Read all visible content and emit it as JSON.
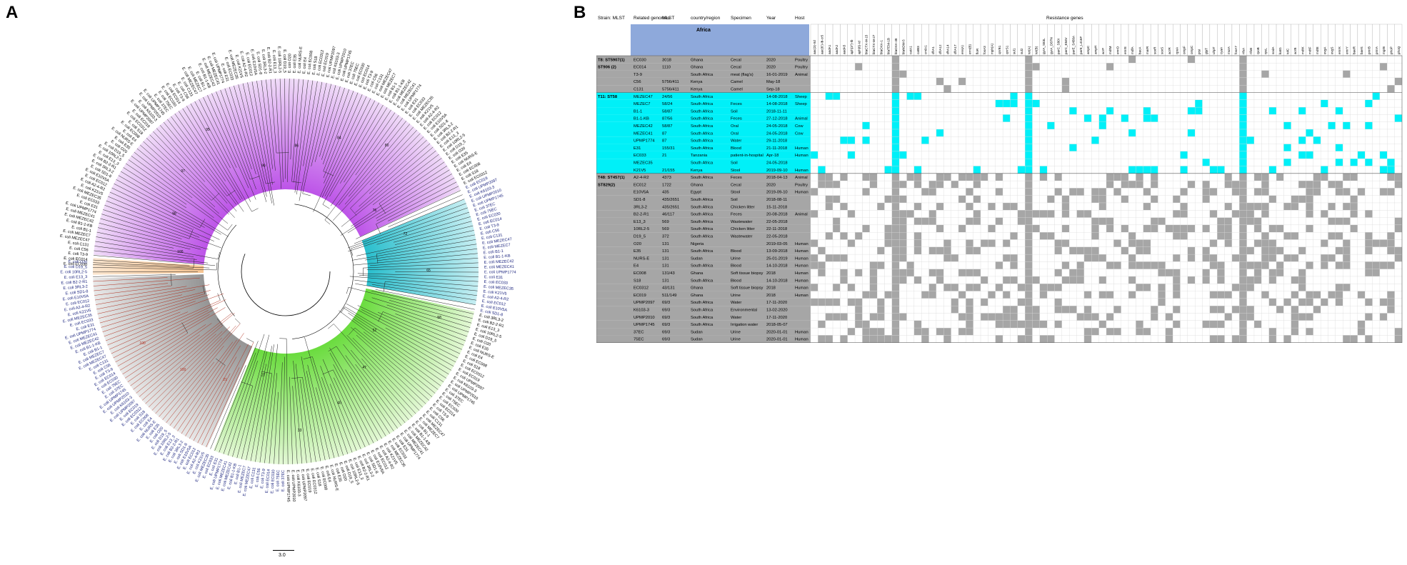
{
  "panels": {
    "a_label": "A",
    "b_label": "B"
  },
  "tree": {
    "scale_label": "3.0",
    "clades": [
      {
        "id": "purple",
        "color": "#b642e6",
        "light": "#f0dcf8"
      },
      {
        "id": "cyan",
        "color": "#14b8c8",
        "light": "#c6eef2"
      },
      {
        "id": "green",
        "color": "#5ad82a",
        "light": "#e4f8d6"
      },
      {
        "id": "grey",
        "color": "#8a8a8a",
        "light": "#e8e8e8"
      },
      {
        "id": "orange",
        "color": "#f6c08a",
        "light": "#fbe6cf"
      }
    ],
    "leaves": [
      "E. coli EC030",
      "E. coli EC014",
      "E. coli T3-9",
      "E. coli C56",
      "E. coli C131",
      "E. coli MEZEC47",
      "E. coli MEZEC7",
      "E. coli B1-1",
      "E. coli B1-1-KB",
      "E. coli MEZEC42",
      "E. coli MEZEC41",
      "E. coli UPMP1774",
      "E. coli E31",
      "E. coli EC033",
      "E. coli MEZEC35",
      "E. coli K21V5",
      "E. coli A2-4-R2",
      "E. coli EC012",
      "E. coli E10V5A",
      "E. coli SD1-8",
      "E. coli 3RL3-2",
      "E. coli B2-2-R1",
      "E. coli E13_3",
      "E. coli 10RL2-5",
      "E. coli D19_5",
      "E. coli O20",
      "E. coli E35",
      "E. coli NURS-E",
      "E. coli E4",
      "E. coli EC008",
      "E. coli S18",
      "E. coli EC0312",
      "E. coli EC019",
      "E. coli UPMP2097",
      "E. coli K6103-3",
      "E. coli UPMP2010",
      "E. coli UPMP1745",
      "E. coli 37EC",
      "E. coli 75EC"
    ],
    "bootstrap_labels": [
      "100",
      "98",
      "97",
      "95",
      "90",
      "86",
      "84",
      "80",
      "76",
      "72",
      "65",
      "58",
      "52",
      "47",
      "40",
      "33",
      "27",
      "21",
      "100",
      "100"
    ]
  },
  "table": {
    "headers": {
      "strain_mlst": "Strain: MLST",
      "related": "Related genomes",
      "mlst": "MLST",
      "country": "country/region",
      "specimen": "Specimen",
      "year": "Year",
      "host": "Host",
      "resistance": "Resistance genes"
    },
    "region_label": "Africa",
    "genes": [
      "aac(3)-IId",
      "aac(6')-Ib-cr5",
      "aadA1",
      "aadA2",
      "aadA5",
      "aph(3'')-Ib",
      "aph(6)-Id",
      "blaCTX-M-15",
      "blaCTX-M-27",
      "blaOXA-1",
      "blaTEM-1B",
      "blaOXA-48",
      "blaNDM-5",
      "catA1",
      "catB3",
      "cmlA1",
      "dfrA1",
      "dfrA12",
      "dfrA14",
      "dfrA17",
      "ere(A)",
      "erm(B)",
      "floR",
      "fosA3",
      "mph(A)",
      "qnrB1",
      "qnrS1",
      "sul1",
      "sul2",
      "tet(A)",
      "tet(B)",
      "gyrA_S83L",
      "gyrA_D87N",
      "parC_S80I",
      "parC_E84V",
      "parE_S458A",
      "parE_L416F",
      "ampC",
      "ampH",
      "acrF",
      "mdtM",
      "emrD",
      "emrE",
      "mdfA",
      "bacA",
      "marR",
      "soxR",
      "soxS",
      "acrR",
      "cpxA",
      "ompF",
      "ompC",
      "ptsI",
      "glpT",
      "uhpT",
      "cyaA",
      "murA",
      "fosA7",
      "nfsA",
      "nfsB",
      "rpoB",
      "rpsL",
      "sodA",
      "katG",
      "tolC",
      "acrB",
      "mdtK",
      "mdtF",
      "mdtE",
      "evgA",
      "evgS",
      "emrK",
      "emrY",
      "baeR",
      "baeS",
      "pmrB",
      "pmrA",
      "mgrB",
      "phoP",
      "phoQ"
    ],
    "rows": [
      {
        "group": "T8: ST5907(1)",
        "id": "EC030",
        "mlst": "3018",
        "country": "Ghana",
        "specimen": "Cecal",
        "year": "2020",
        "host": "Poultry",
        "cyan": false
      },
      {
        "group": "ST906 (2)",
        "id": "EC014",
        "mlst": "1110",
        "country": "Ghana",
        "specimen": "Cecal",
        "year": "2020",
        "host": "Poultry",
        "cyan": false
      },
      {
        "group": "",
        "id": "T3-9",
        "mlst": "",
        "country": "South Africa",
        "specimen": "meat (flag's)",
        "year": "16-01-2019",
        "host": "Animal",
        "cyan": false
      },
      {
        "group": "",
        "id": "C56",
        "mlst": "5756/411",
        "country": "Kenya",
        "specimen": "Camel",
        "year": "May-18",
        "host": "",
        "cyan": false
      },
      {
        "group": "",
        "id": "C131",
        "mlst": "5756/411",
        "country": "Kenya",
        "specimen": "Camel",
        "year": "Sep-18",
        "host": "",
        "cyan": false
      },
      {
        "group": "T11: ST58",
        "id": "MEZEC47",
        "mlst": "24/56",
        "country": "South Africa",
        "specimen": "",
        "year": "14-08-2018",
        "host": "Sheep",
        "cyan": true
      },
      {
        "group": "",
        "id": "MEZEC7",
        "mlst": "58/24",
        "country": "South Africa",
        "specimen": "Feces",
        "year": "14-08-2018",
        "host": "Sheep",
        "cyan": true
      },
      {
        "group": "",
        "id": "B1-1",
        "mlst": "58/87",
        "country": "South Africa",
        "specimen": "Soil",
        "year": "2018-11-11",
        "host": "",
        "cyan": true
      },
      {
        "group": "",
        "id": "B1-1-KB",
        "mlst": "87/56",
        "country": "South Africa",
        "specimen": "Feces",
        "year": "27-12-2018",
        "host": "Animal",
        "cyan": true
      },
      {
        "group": "",
        "id": "MEZEC42",
        "mlst": "58/87",
        "country": "South Africa",
        "specimen": "Oral",
        "year": "24-05-2018",
        "host": "Cow",
        "cyan": true
      },
      {
        "group": "",
        "id": "MEZEC41",
        "mlst": "87",
        "country": "South Africa",
        "specimen": "Oral",
        "year": "24-05-2018",
        "host": "Cow",
        "cyan": true
      },
      {
        "group": "",
        "id": "UPMP1774",
        "mlst": "87",
        "country": "South Africa",
        "specimen": "Water",
        "year": "29-11-2018",
        "host": "",
        "cyan": true
      },
      {
        "group": "",
        "id": "E31",
        "mlst": "155/31",
        "country": "South Africa",
        "specimen": "Blood",
        "year": "21-11-2018",
        "host": "Human",
        "cyan": true
      },
      {
        "group": "",
        "id": "EC033",
        "mlst": "21",
        "country": "Tanzania",
        "specimen": "patient-in-hospital",
        "year": "Apr-18",
        "host": "Human",
        "cyan": true
      },
      {
        "group": "",
        "id": "MEZEC35",
        "mlst": "",
        "country": "South Africa",
        "specimen": "Soil",
        "year": "24-05-2018",
        "host": "",
        "cyan": true
      },
      {
        "group": "",
        "id": "K21V5",
        "mlst": "21/155",
        "country": "Kenya",
        "specimen": "Stool",
        "year": "2019-09-10",
        "host": "Human",
        "cyan": true
      },
      {
        "group": "T48: ST457(1)",
        "id": "A2-4-R2",
        "mlst": "4373",
        "country": "South Africa",
        "specimen": "Feces",
        "year": "2018-04-13",
        "host": "Animal",
        "cyan": false
      },
      {
        "group": "ST829(2)",
        "id": "EC012",
        "mlst": "1722",
        "country": "Ghana",
        "specimen": "Cecal",
        "year": "2020",
        "host": "Poultry",
        "cyan": false
      },
      {
        "group": "",
        "id": "E10V5A",
        "mlst": "435",
        "country": "Egypt",
        "specimen": "Stool",
        "year": "2019-09-10",
        "host": "Human",
        "cyan": false
      },
      {
        "group": "",
        "id": "SD1-8",
        "mlst": "435/2651",
        "country": "South Africa",
        "specimen": "Soil",
        "year": "2018-08-11",
        "host": "",
        "cyan": false
      },
      {
        "group": "",
        "id": "3RL3-2",
        "mlst": "435/2651",
        "country": "South Africa",
        "specimen": "Chicken litter",
        "year": "15-11-2018",
        "host": "",
        "cyan": false
      },
      {
        "group": "",
        "id": "B2-2-R1",
        "mlst": "46/117",
        "country": "South Africa",
        "specimen": "Feces",
        "year": "20-08-2018",
        "host": "Animal",
        "cyan": false
      },
      {
        "group": "",
        "id": "E13_3",
        "mlst": "569",
        "country": "South Africa",
        "specimen": "Wastewater",
        "year": "22-05-2018",
        "host": "",
        "cyan": false
      },
      {
        "group": "",
        "id": "10RL2-5",
        "mlst": "569",
        "country": "South Africa",
        "specimen": "Chicken litter",
        "year": "22-11-2018",
        "host": "",
        "cyan": false
      },
      {
        "group": "",
        "id": "D19_5",
        "mlst": "372",
        "country": "South Africa",
        "specimen": "Wastewater",
        "year": "22-05-2018",
        "host": "",
        "cyan": false
      },
      {
        "group": "",
        "id": "O20",
        "mlst": "131",
        "country": "Nigeria",
        "specimen": "",
        "year": "2019-03-05",
        "host": "Human",
        "cyan": false
      },
      {
        "group": "",
        "id": "E35",
        "mlst": "131",
        "country": "South Africa",
        "specimen": "Blood",
        "year": "13-09-2018",
        "host": "Human",
        "cyan": false
      },
      {
        "group": "",
        "id": "NURS-E",
        "mlst": "131",
        "country": "Sudan",
        "specimen": "Urine",
        "year": "25-01-2019",
        "host": "Human",
        "cyan": false
      },
      {
        "group": "",
        "id": "E4",
        "mlst": "131",
        "country": "South Africa",
        "specimen": "Blood",
        "year": "14-10-2018",
        "host": "Human",
        "cyan": false
      },
      {
        "group": "",
        "id": "EC008",
        "mlst": "131/43",
        "country": "Ghana",
        "specimen": "Soft tissue biopsy",
        "year": "2018",
        "host": "Human",
        "cyan": false
      },
      {
        "group": "",
        "id": "S18",
        "mlst": "131",
        "country": "South Africa",
        "specimen": "Blood",
        "year": "14-10-2018",
        "host": "Human",
        "cyan": false
      },
      {
        "group": "",
        "id": "EC0312",
        "mlst": "43/131",
        "country": "Ghana",
        "specimen": "Soft tissue biopsy",
        "year": "2018",
        "host": "Human",
        "cyan": false
      },
      {
        "group": "",
        "id": "EC019",
        "mlst": "511/149",
        "country": "Ghana",
        "specimen": "Urine",
        "year": "2018",
        "host": "Human",
        "cyan": false
      },
      {
        "group": "",
        "id": "UPMP2097",
        "mlst": "69/3",
        "country": "South Africa",
        "specimen": "Water",
        "year": "17-11-2020",
        "host": "",
        "cyan": false
      },
      {
        "group": "",
        "id": "K6103-3",
        "mlst": "69/3",
        "country": "South Africa",
        "specimen": "Environmental",
        "year": "13-02-2020",
        "host": "",
        "cyan": false
      },
      {
        "group": "",
        "id": "UPMP2010",
        "mlst": "69/3",
        "country": "South Africa",
        "specimen": "Water",
        "year": "17-11-2020",
        "host": "",
        "cyan": false
      },
      {
        "group": "",
        "id": "UPMP1745",
        "mlst": "69/3",
        "country": "South Africa",
        "specimen": "Irrigation water",
        "year": "2018-05-07",
        "host": "",
        "cyan": false
      },
      {
        "group": "",
        "id": "37EC",
        "mlst": "69/3",
        "country": "Sudan",
        "specimen": "Urine",
        "year": "2020-01-01",
        "host": "Human",
        "cyan": false
      },
      {
        "group": "",
        "id": "75EC",
        "mlst": "69/3",
        "country": "Sudan",
        "specimen": "Urine",
        "year": "2020-01-01",
        "host": "Human",
        "cyan": false
      }
    ],
    "colors": {
      "grey": "#a6a6a6",
      "cyan": "#00f0f8",
      "header_blue": "#8ea9db",
      "grid": "#d9d9d9"
    }
  }
}
